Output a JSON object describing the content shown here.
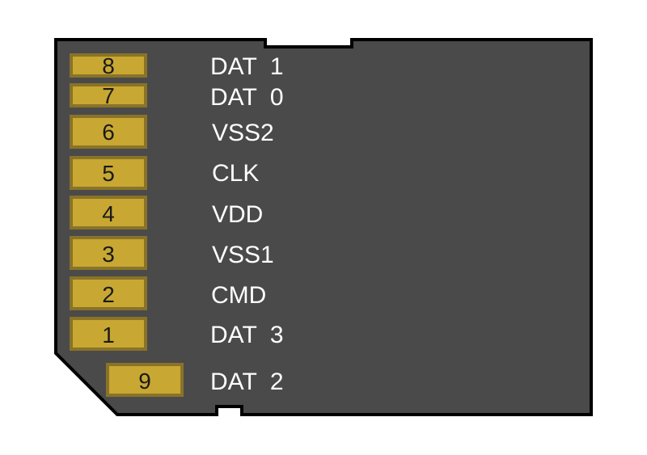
{
  "colors": {
    "card_body": "#4a4a4a",
    "card_outline": "#000000",
    "pad_fill": "#c8a832",
    "pad_border": "#8a7328",
    "label_text": "#ffffff",
    "pad_text": "#1a1a1a",
    "background": "#ffffff"
  },
  "pins": [
    {
      "number": "8",
      "label": "DAT  1"
    },
    {
      "number": "7",
      "label": "DAT  0"
    },
    {
      "number": "6",
      "label": "VSS2"
    },
    {
      "number": "5",
      "label": "CLK"
    },
    {
      "number": "4",
      "label": "VDD"
    },
    {
      "number": "3",
      "label": "VSS1"
    },
    {
      "number": "2",
      "label": "CMD"
    },
    {
      "number": "1",
      "label": "DAT  3"
    },
    {
      "number": "9",
      "label": "DAT  2"
    }
  ]
}
